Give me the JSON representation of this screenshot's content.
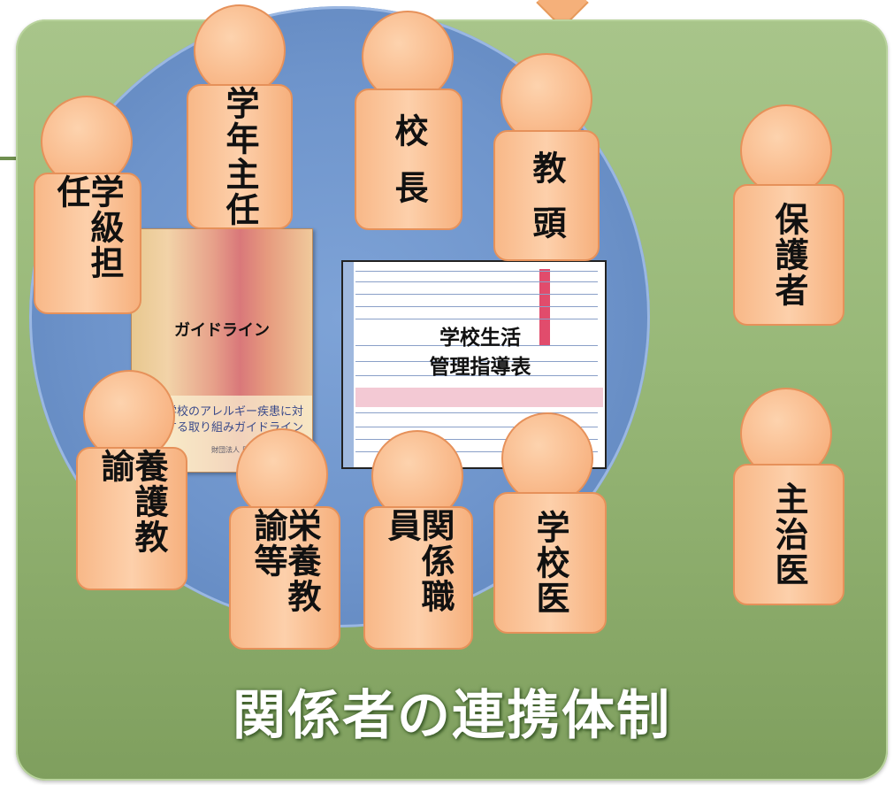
{
  "guideline": {
    "title": "ガイドライン",
    "subtitle": "学校のアレルギー疾患に対する取り組みガイドライン",
    "publisher": "財団法人 日本学校保健会"
  },
  "management_form": {
    "title_line1": "学校生活",
    "title_line2": "管理指導表"
  },
  "people": {
    "class_teacher": "学級担任",
    "grade_chief": "学年主任",
    "principal_1": "校",
    "principal_2": "長",
    "vice_principal_1": "教",
    "vice_principal_2": "頭",
    "guardian": "保護者",
    "school_nurse": "養護教諭",
    "nutrition_teacher": "栄養教諭等",
    "related_staff": "関係職員",
    "school_doctor": "学校医",
    "attending_physician": "主治医"
  },
  "caption": "関係者の連携体制",
  "colors": {
    "panel": "#98b878",
    "circle": "#6e94cb",
    "person": "#f8b483",
    "caption_text": "#ffffff"
  }
}
